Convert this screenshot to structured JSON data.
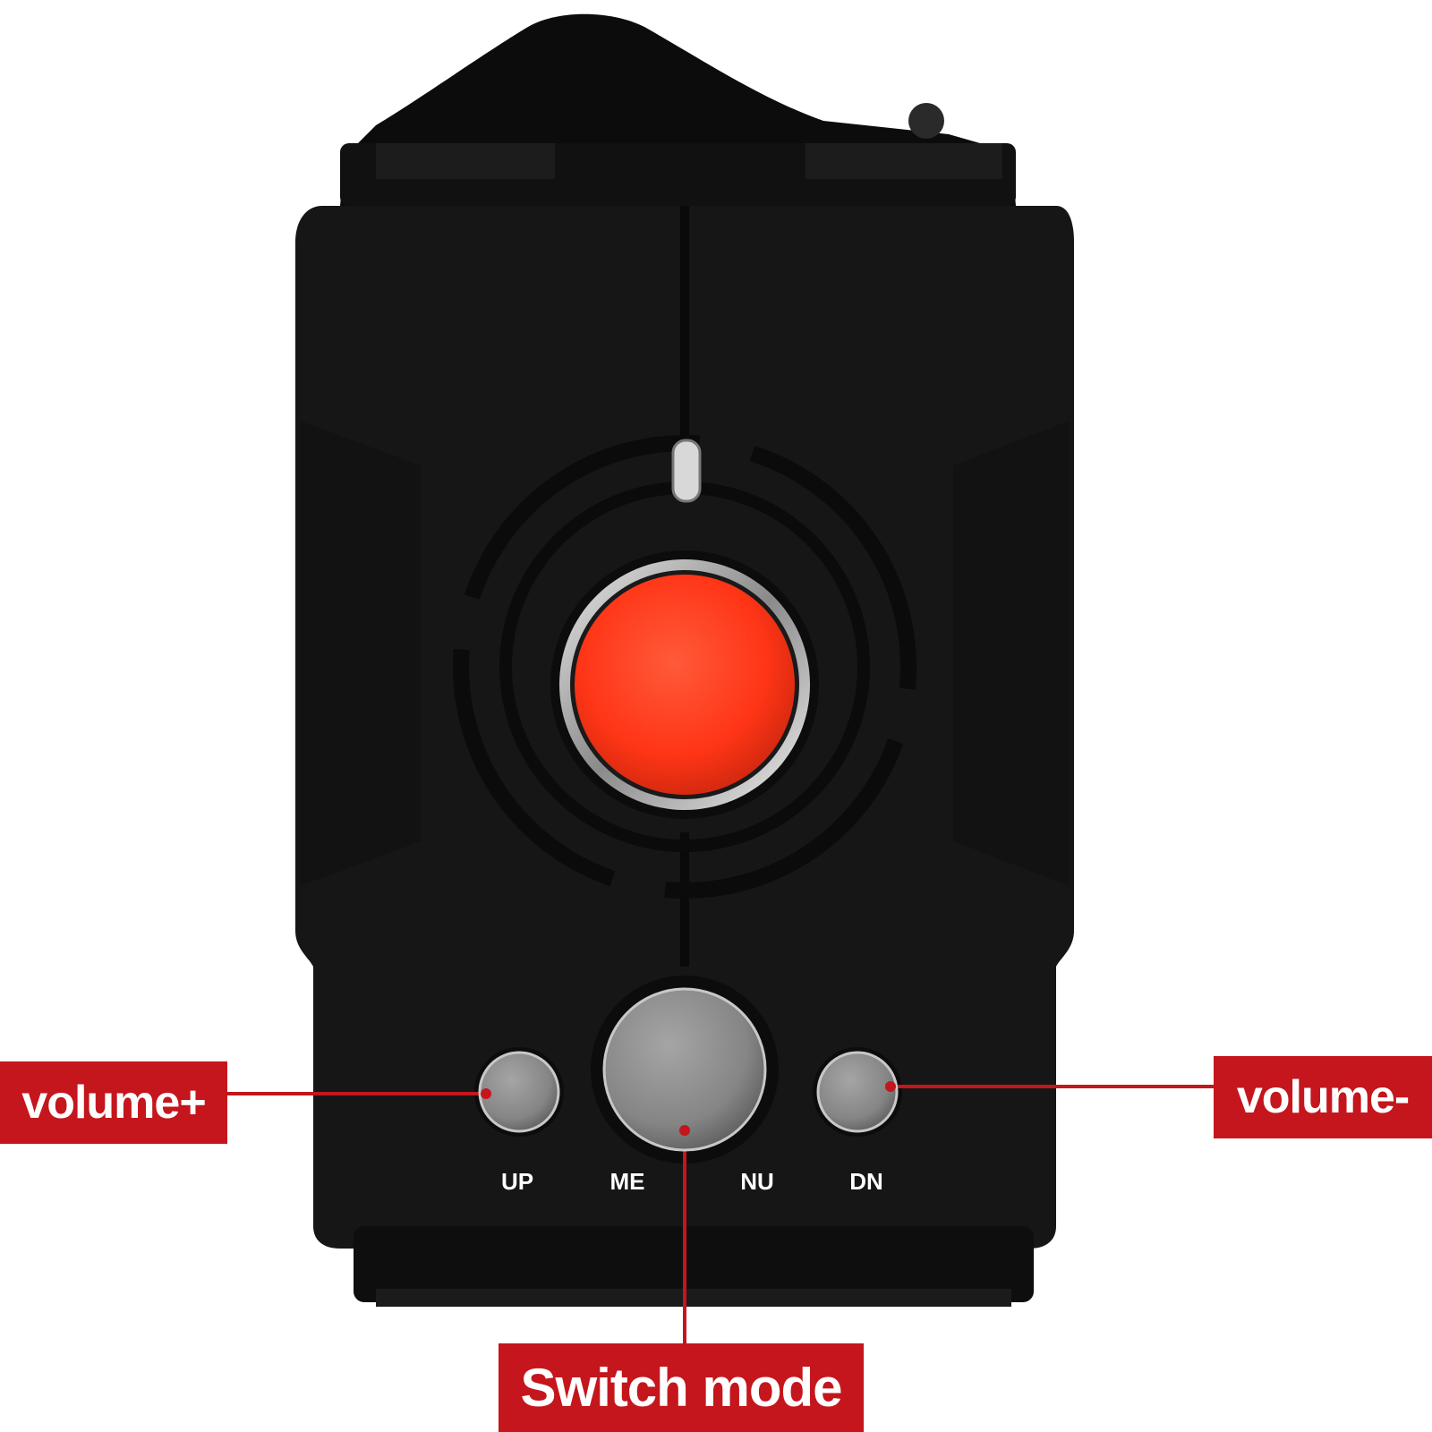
{
  "callouts": {
    "volume_up": "volume+",
    "volume_down": "volume-",
    "switch_mode": "Switch mode"
  },
  "button_labels": {
    "up": "UP",
    "me": "ME",
    "nu": "NU",
    "dn": "DN"
  },
  "colors": {
    "callout_red": "#c4161c",
    "device_body": "#161616",
    "signal_lens": "#ff3b1f",
    "button_gray": "#8c8c8c"
  }
}
